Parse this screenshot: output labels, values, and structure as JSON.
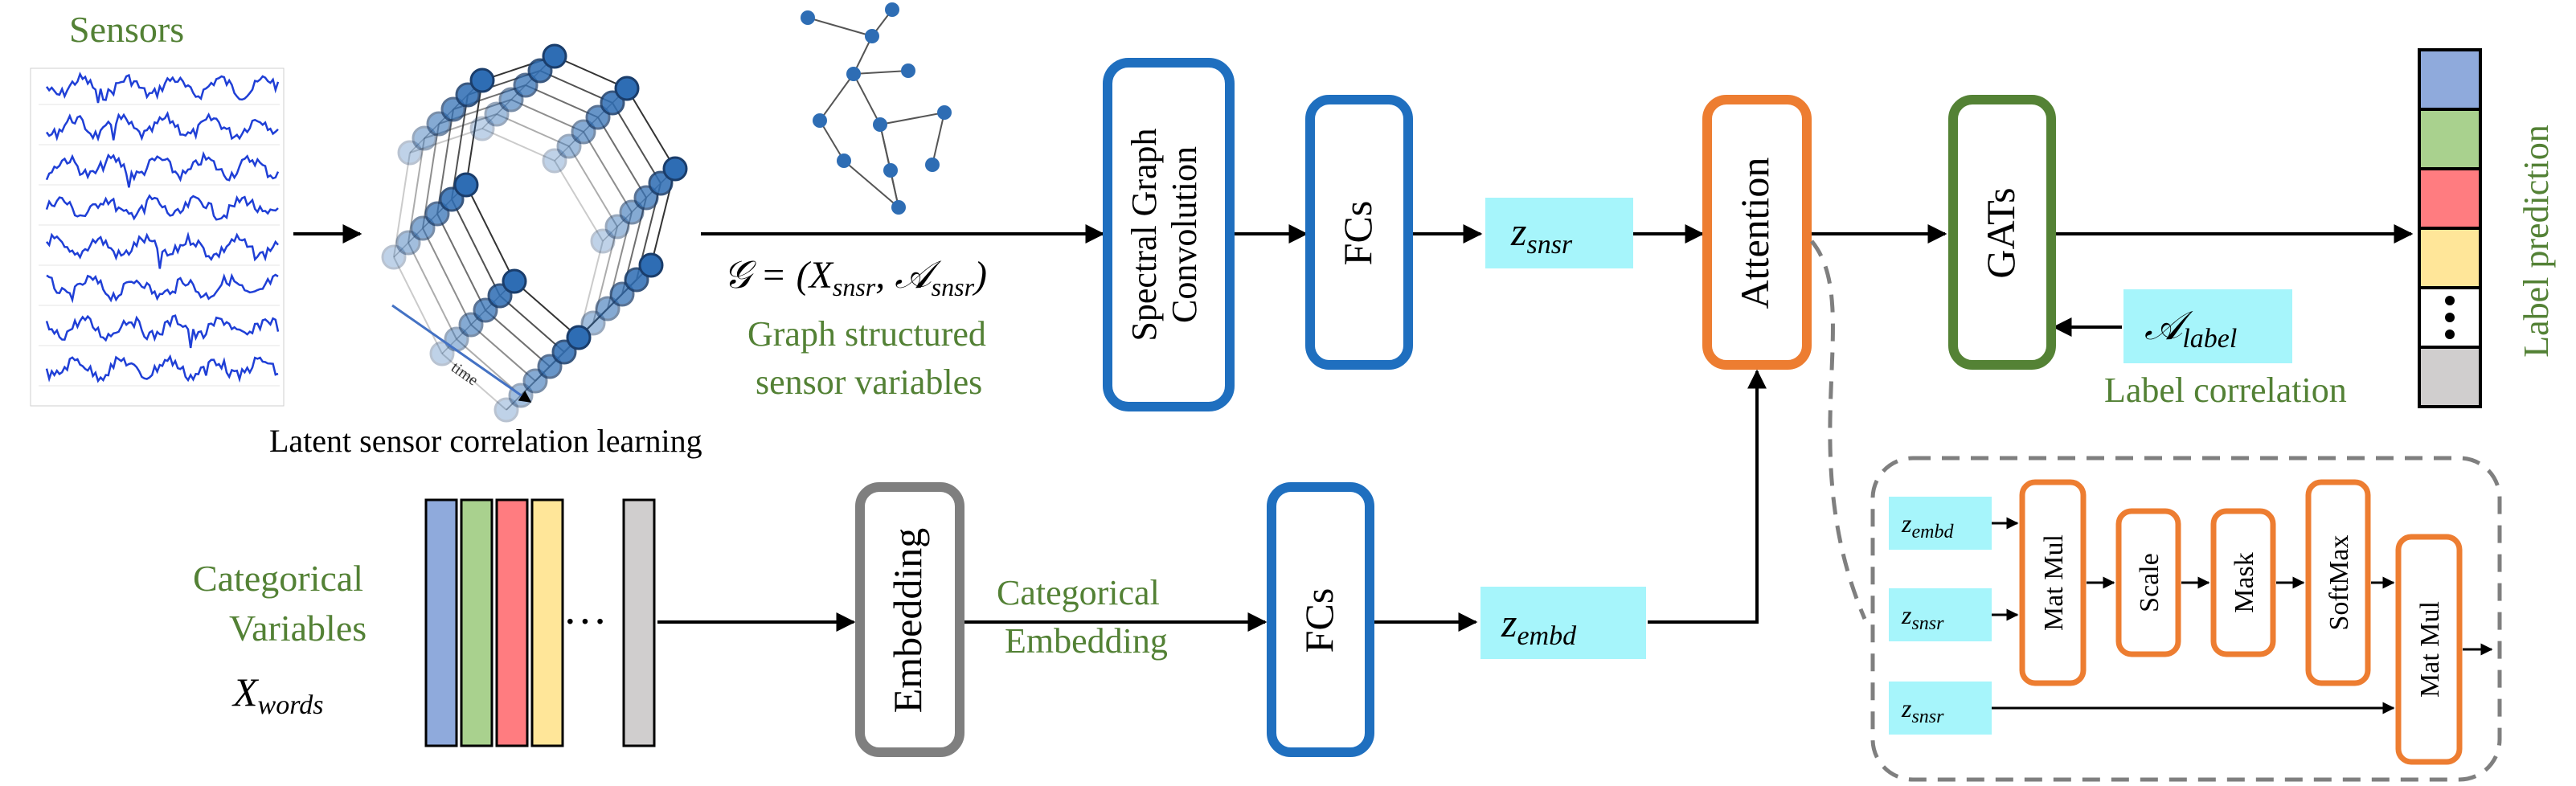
{
  "sensors": {
    "title": "Sensors",
    "caption": "Latent sensor correlation learning",
    "time_label": "time"
  },
  "graph": {
    "formula_main": "𝒢 = (",
    "formula_x": "X",
    "formula_x_sub": "snsr",
    "formula_comma": ", ",
    "formula_a": "𝒜",
    "formula_a_sub": "snsr",
    "formula_close": ")",
    "caption_line1": "Graph structured",
    "caption_line2": "sensor variables"
  },
  "blocks": {
    "spectral_line1": "Spectral Graph",
    "spectral_line2": "Convolution",
    "fcs_top": "FCs",
    "fcs_bottom": "FCs",
    "attention": "Attention",
    "gats": "GATs",
    "embedding": "Embedding"
  },
  "z": {
    "var": "z",
    "snsr_sub": "snsr",
    "embd_sub": "embd"
  },
  "label_corr": {
    "symbol": "𝒜",
    "sub": "label",
    "caption": "Label correlation"
  },
  "label_prediction": "Label prediction",
  "categorical": {
    "line1": "Categorical",
    "line2": "Variables",
    "x_var": "X",
    "x_sub": "words",
    "dots": "···",
    "embedding_line1": "Categorical",
    "embedding_line2": "Embedding"
  },
  "attention_detail": {
    "matmul1": "Mat Mul",
    "scale": "Scale",
    "mask": "Mask",
    "softmax": "SoftMax",
    "matmul2": "Mat Mul",
    "z_embd": "z",
    "z_embd_sub": "embd",
    "z_snsr1": "z",
    "z_snsr1_sub": "snsr",
    "z_snsr2": "z",
    "z_snsr2_sub": "snsr"
  },
  "colors": {
    "blue_box": "#1f6fbf",
    "orange_box": "#ed7d31",
    "green_box": "#548235",
    "gray_box": "#7f7f7f",
    "cyan_fill": "#a6f5fb",
    "green_text": "#538135",
    "label_colors": [
      "#8faadc",
      "#a9d18e",
      "#ff7c80",
      "#ffe699",
      "#ffffff",
      "#d0cece"
    ],
    "bar_colors": [
      "#8faadc",
      "#a9d18e",
      "#ff7c80",
      "#ffe699",
      "#d0cece"
    ]
  }
}
